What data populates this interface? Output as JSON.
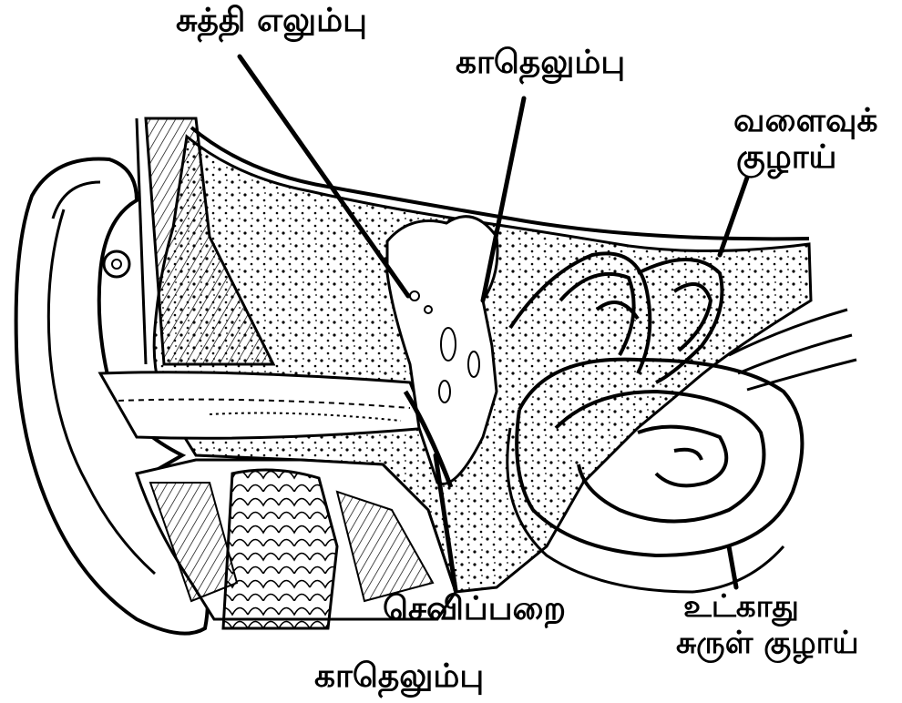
{
  "labels": {
    "hammer": "சுத்தி எலும்பு",
    "ear_bone_top": "காதெலும்பு",
    "semicircular_canal": [
      "வளைவுக்",
      "குழாய்"
    ],
    "eardrum": "செவிப்பறை",
    "cochlea": [
      "உட்காது",
      "சுருள் குழாய்"
    ],
    "ear_bone_bottom": "காதெலும்பு"
  }
}
